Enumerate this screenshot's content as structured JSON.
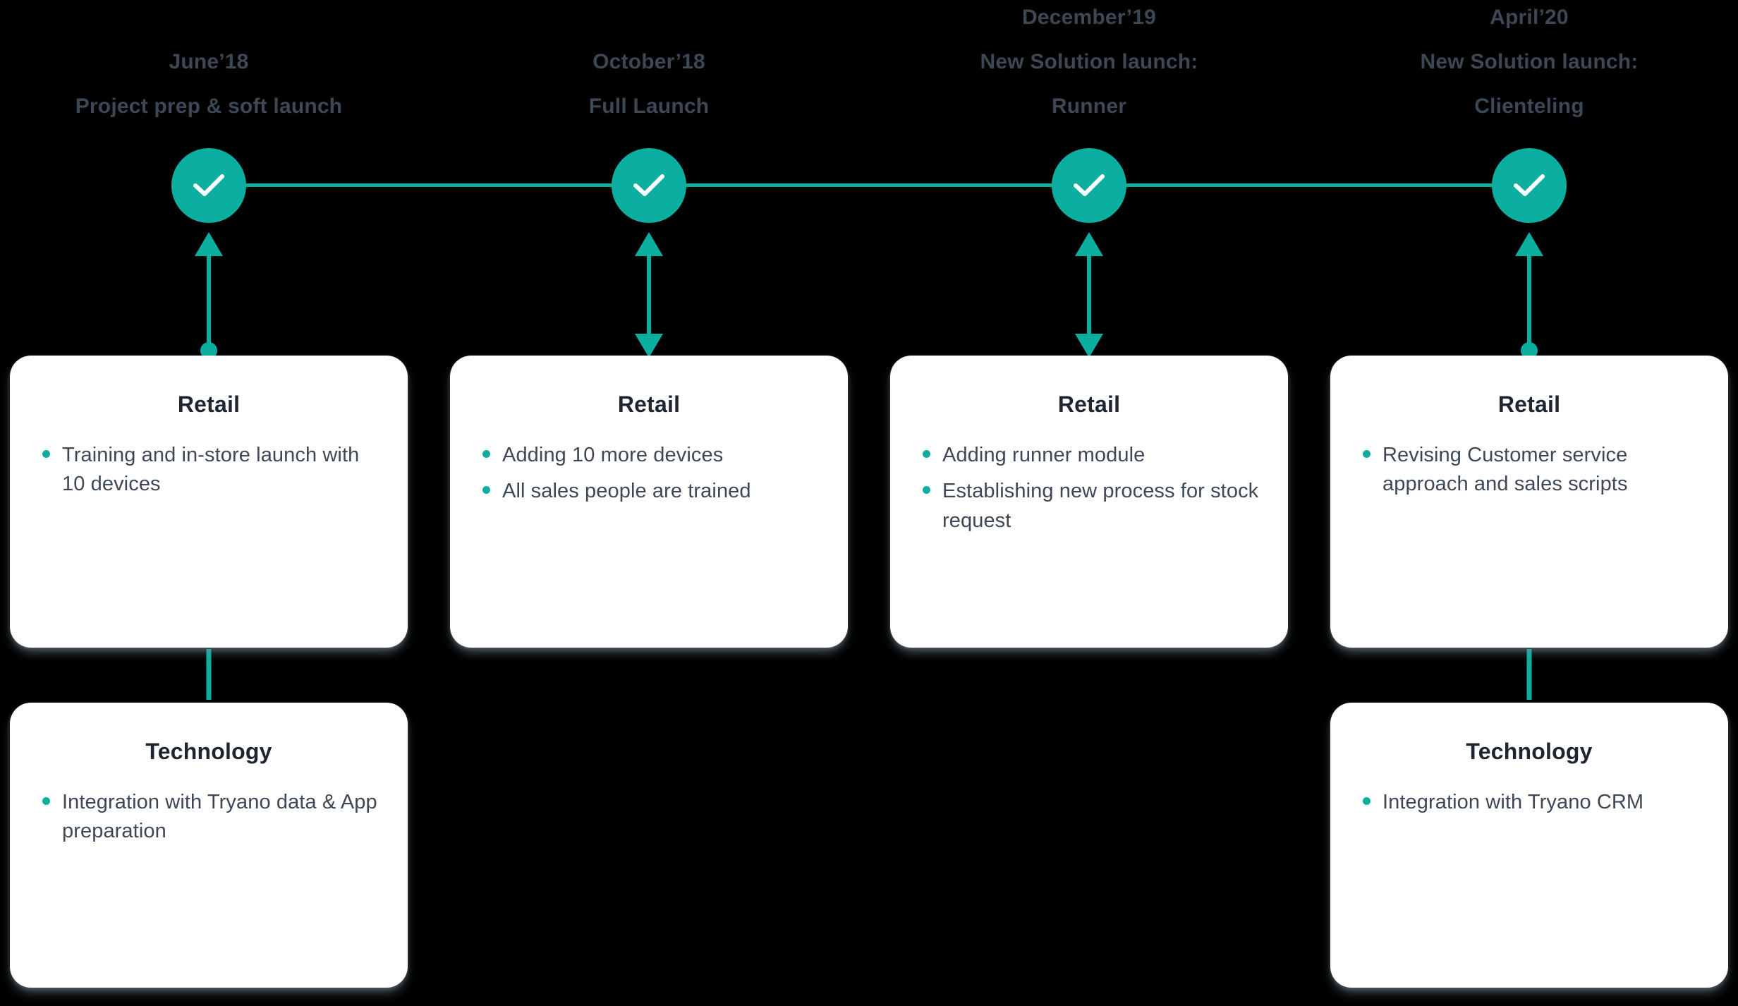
{
  "theme": {
    "accent": "#0caf9f",
    "text_dark": "#1e2430",
    "text_slate": "#3d4756",
    "card_bg": "#ffffff",
    "background": "#000000"
  },
  "timeline": {
    "milestones": [
      {
        "id": "june-18",
        "date": "June’18",
        "title_line1": "Project prep & soft launch",
        "title_line2": "",
        "status_icon": "check-icon",
        "connector_type": "arrow-up-with-dot"
      },
      {
        "id": "october-18",
        "date": "October’18",
        "title_line1": "Full Launch",
        "title_line2": "",
        "status_icon": "check-icon",
        "connector_type": "double-arrow"
      },
      {
        "id": "december-19",
        "date": "December’19",
        "title_line1": "New Solution launch:",
        "title_line2": "Runner",
        "status_icon": "check-icon",
        "connector_type": "double-arrow"
      },
      {
        "id": "april-20",
        "date": "April’20",
        "title_line1": "New Solution launch:",
        "title_line2": "Clienteling",
        "status_icon": "check-icon",
        "connector_type": "arrow-up-with-dot"
      }
    ]
  },
  "columns": [
    {
      "retail": {
        "title": "Retail",
        "items": [
          "Training and in-store launch with 10 devices"
        ]
      },
      "technology": {
        "title": "Technology",
        "items": [
          "Integration with Tryano data & App preparation"
        ]
      }
    },
    {
      "retail": {
        "title": "Retail",
        "items": [
          "Adding 10 more devices",
          "All sales people are trained"
        ]
      },
      "technology": null
    },
    {
      "retail": {
        "title": "Retail",
        "items": [
          "Adding runner module",
          "Establishing new process for stock request"
        ]
      },
      "technology": null
    },
    {
      "retail": {
        "title": "Retail",
        "items": [
          "Revising Customer service approach and sales scripts"
        ]
      },
      "technology": {
        "title": "Technology",
        "items": [
          "Integration with Tryano CRM"
        ]
      }
    }
  ]
}
